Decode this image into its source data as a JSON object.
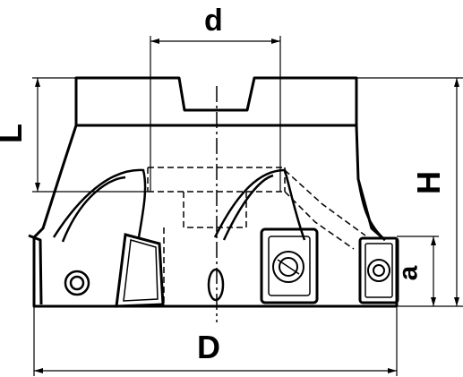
{
  "labels": {
    "cutter_diameter": "D",
    "bore_diameter": "d",
    "overall_height": "H",
    "hub_length": "L",
    "insert_height": "a"
  }
}
